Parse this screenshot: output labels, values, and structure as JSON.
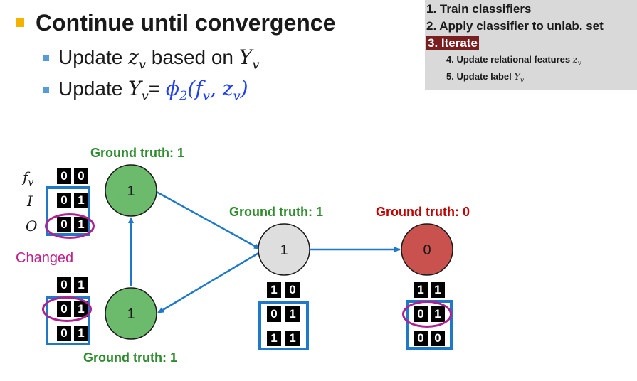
{
  "slide": {
    "title": "Continue until convergence",
    "bullet1_prefix": "Update ",
    "bullet1_var": "z",
    "bullet1_sub": "v",
    "bullet1_mid": " based on ",
    "bullet1_var2": "Y",
    "bullet1_sub2": "v",
    "bullet2_prefix": "Update  ",
    "bullet2_var": "Y",
    "bullet2_sub": "v",
    "bullet2_eq": "= ",
    "bullet2_formula": "ϕ",
    "bullet2_formula_sub": "2",
    "bullet2_args": "(f",
    "bullet2_args_sub1": "v",
    "bullet2_args_mid": ", z",
    "bullet2_args_sub2": "v",
    "bullet2_args_end": ")"
  },
  "steps_panel": {
    "step1": "1. Train classifiers",
    "step2": "2. Apply classifier to unlab. set",
    "step3": "3. Iterate",
    "step4_prefix": "4. Update relational features ",
    "step4_var": "z",
    "step4_sub": "v",
    "step5_prefix": "5. Update label ",
    "step5_var": "Y",
    "step5_sub": "v"
  },
  "row_labels": {
    "f": "f",
    "f_sub": "v",
    "i": "I",
    "o": "O"
  },
  "changed_label": "Changed",
  "nodes": {
    "top_left": {
      "label": "1",
      "ground_truth": "Ground truth: 1",
      "color": "#6cbb6c",
      "grid": [
        [
          "0",
          "0"
        ],
        [
          "0",
          "1"
        ],
        [
          "0",
          "1"
        ]
      ]
    },
    "bottom_left": {
      "label": "1",
      "ground_truth": "Ground truth: 1",
      "color": "#6cbb6c",
      "grid": [
        [
          "0",
          "1"
        ],
        [
          "0",
          "1"
        ],
        [
          "0",
          "1"
        ]
      ]
    },
    "middle": {
      "label": "1",
      "ground_truth": "Ground truth: 1",
      "color": "#dedede",
      "grid": [
        [
          "1",
          "0"
        ],
        [
          "0",
          "1"
        ],
        [
          "1",
          "1"
        ]
      ]
    },
    "right": {
      "label": "0",
      "ground_truth": "Ground truth: 0",
      "color": "#c9524e",
      "grid": [
        [
          "1",
          "1"
        ],
        [
          "0",
          "1"
        ],
        [
          "0",
          "0"
        ]
      ]
    }
  },
  "colors": {
    "edge": "#1f78c8",
    "ground_truth_positive": "#2e8b2e",
    "ground_truth_negative": "#c00000",
    "changed_ring": "#b0208f",
    "iterate_highlight": "#7a1f1f"
  }
}
